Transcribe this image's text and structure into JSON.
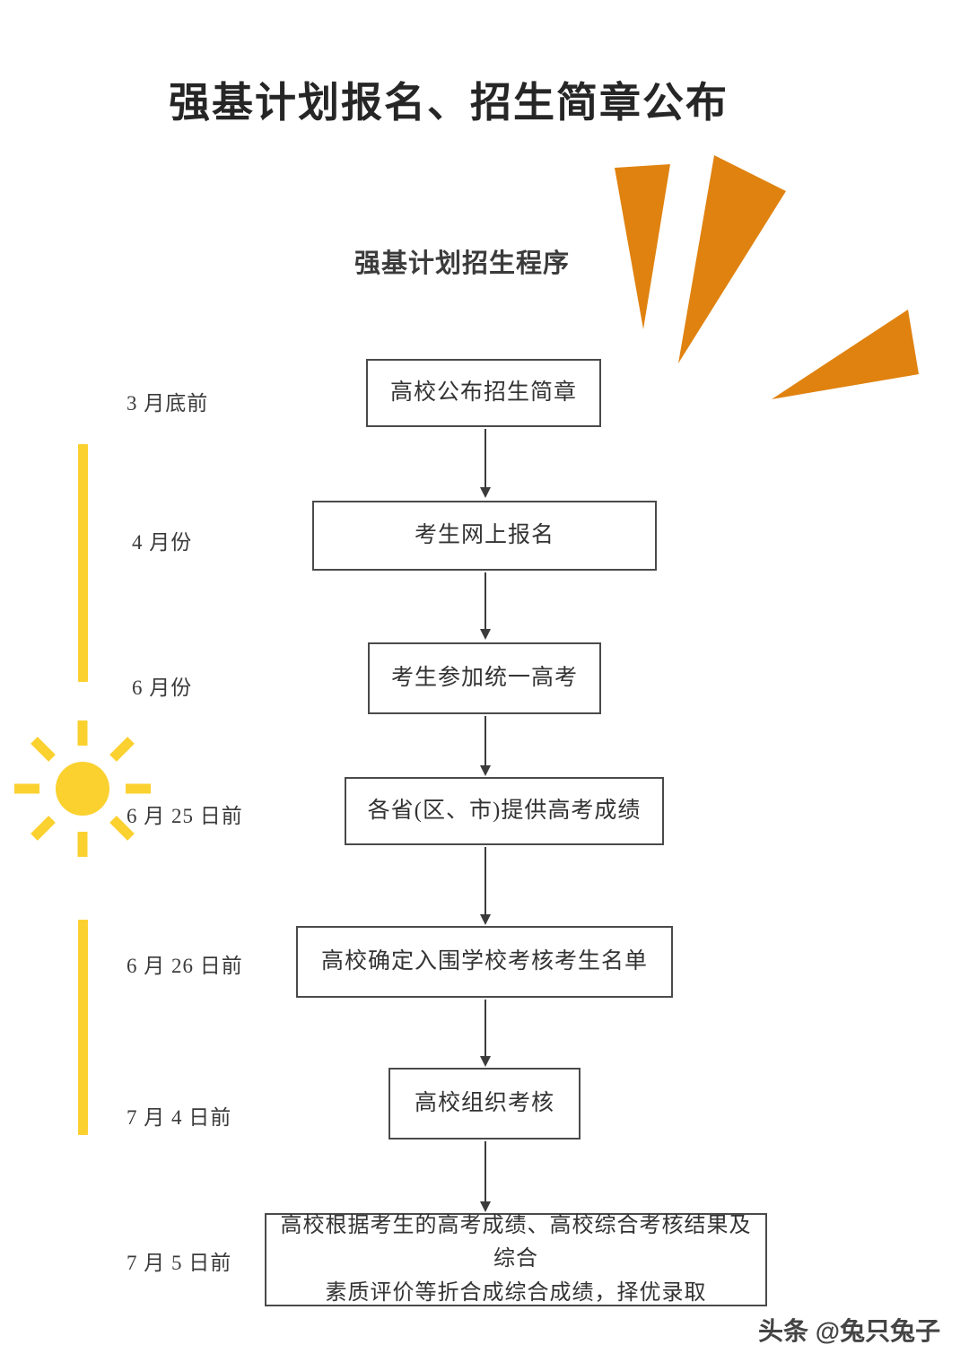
{
  "page": {
    "title": "强基计划报名、招生简章公布",
    "background_color": "#ffffff"
  },
  "chart_title": "强基计划招生程序",
  "colors": {
    "ray_orange": "#E0820F",
    "sun_yellow": "#FBD130",
    "box_border": "#4a4a4a",
    "text": "#333333"
  },
  "timeline": {
    "dates": [
      {
        "label": "3 月底前"
      },
      {
        "label": "4 月份"
      },
      {
        "label": "6 月份"
      },
      {
        "label": "6 月 25 日前"
      },
      {
        "label": "6 月 26 日前"
      },
      {
        "label": "7 月 4 日前"
      },
      {
        "label": "7 月 5 日前"
      }
    ]
  },
  "flow": {
    "steps": [
      {
        "id": 1,
        "text": "高校公布招生简章"
      },
      {
        "id": 2,
        "text": "考生网上报名"
      },
      {
        "id": 3,
        "text": "考生参加统一高考"
      },
      {
        "id": 4,
        "text": "各省(区、市)提供高考成绩"
      },
      {
        "id": 5,
        "text": "高校确定入围学校考核考生名单"
      },
      {
        "id": 6,
        "text": "高校组织考核"
      },
      {
        "id": 7,
        "line1": "高校根据考生的高考成绩、高校综合考核结果及综合",
        "line2": "素质评价等折合成综合成绩，择优录取"
      }
    ]
  },
  "decorations": {
    "sun_icon_name": "sun-icon",
    "ray_count": 3
  },
  "watermark": {
    "text": "头条 @兔只兔子"
  }
}
